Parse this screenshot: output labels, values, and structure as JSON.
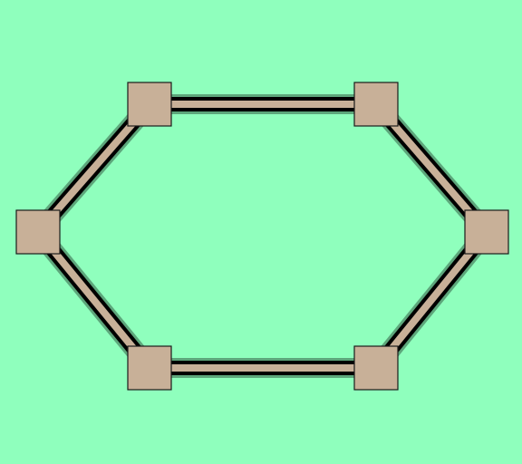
{
  "puzzle": {
    "background_color": "#8fffbd",
    "node_fill": "#c8b098",
    "node_stroke": "#1a1a1a",
    "edge_outline": "#000000",
    "edge_fill": "#c8b098",
    "nodes": [
      {
        "id": "top-left"
      },
      {
        "id": "top-right"
      },
      {
        "id": "right"
      },
      {
        "id": "bottom-right"
      },
      {
        "id": "bottom-left"
      },
      {
        "id": "left"
      }
    ],
    "edges": [
      {
        "from": "top-left",
        "to": "top-right"
      },
      {
        "from": "top-right",
        "to": "right"
      },
      {
        "from": "right",
        "to": "bottom-right"
      },
      {
        "from": "bottom-right",
        "to": "bottom-left"
      },
      {
        "from": "bottom-left",
        "to": "left"
      },
      {
        "from": "left",
        "to": "top-left"
      }
    ]
  }
}
